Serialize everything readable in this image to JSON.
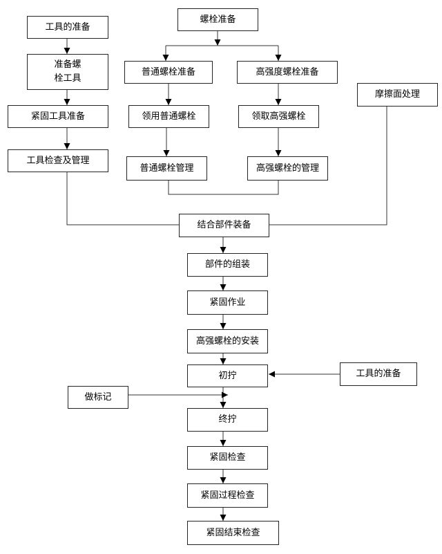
{
  "nodes": {
    "tool_prep": "工具的准备",
    "prep_bolt_tools": "准备螺\n栓工具",
    "fasten_tool_prep": "紧固工具准备",
    "tool_inspect_mgmt": "工具检查及管理",
    "bolt_prep": "螺栓准备",
    "normal_bolt_prep": "普通螺栓准备",
    "hs_bolt_prep": "高强度螺栓准备",
    "friction_surface": "摩擦面处理",
    "get_normal_bolt": "领用普通螺栓",
    "get_hs_bolt": "领取高强螺栓",
    "normal_bolt_mgmt": "普通螺栓管理",
    "hs_bolt_mgmt": "高强螺栓的管理",
    "assembly": "结合部件装备",
    "part_assembly": "部件的组装",
    "fastening": "紧固作业",
    "hs_bolt_install": "高强螺栓的安装",
    "initial_tighten": "初拧",
    "tool_prep_2": "工具的准备",
    "marking": "做标记",
    "final_tighten": "终拧",
    "fasten_check": "紧固检查",
    "fasten_process_check": "紧固过程检查",
    "fasten_end_check": "紧固结束检查"
  }
}
